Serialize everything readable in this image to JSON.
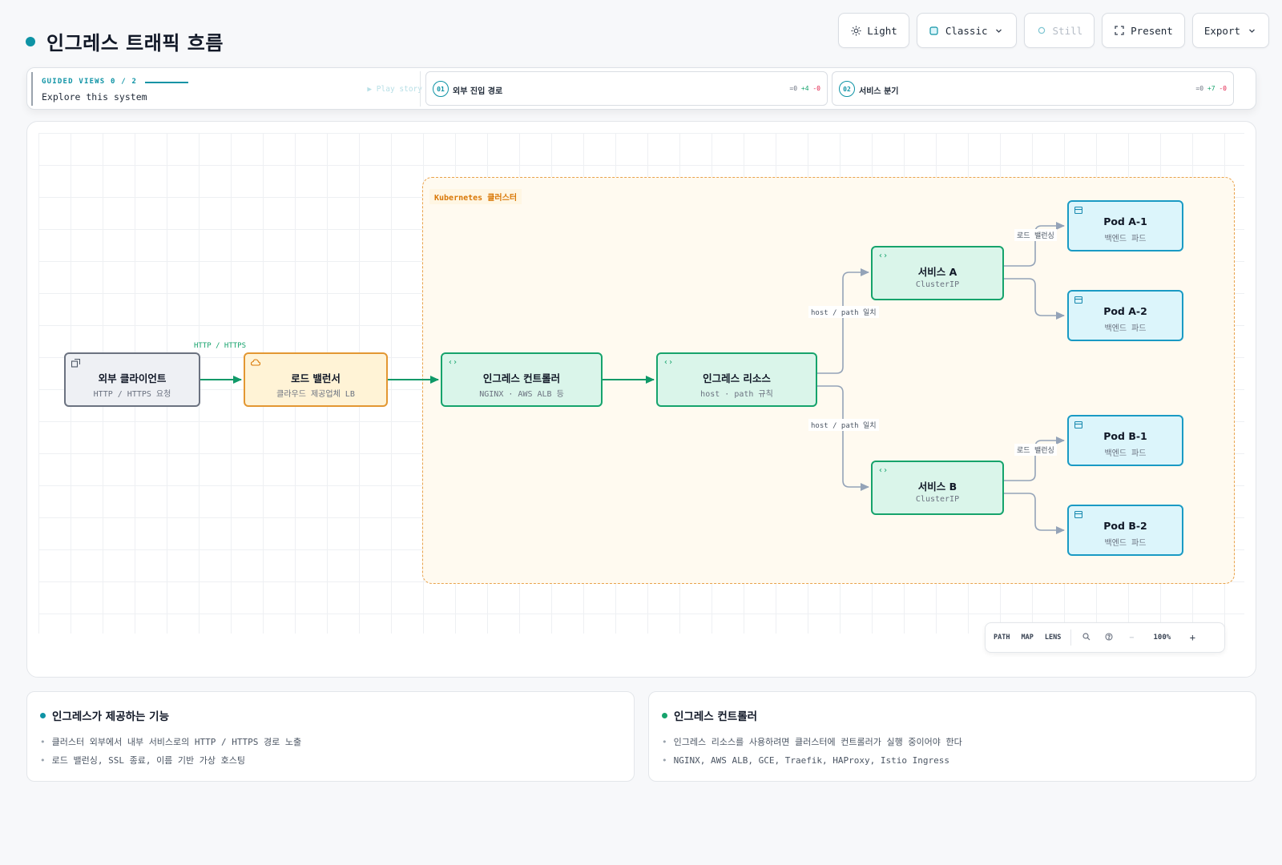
{
  "header": {
    "title": "인그레스 트래픽 흐름",
    "accent": "#0e93a5"
  },
  "toolbar": {
    "theme_label": "Light",
    "theme_icon": "sun-icon",
    "style_label": "Classic",
    "style_icon": "square-icon",
    "motion_label": "Still",
    "motion_icon": "circle-icon",
    "present_label": "Present",
    "present_icon": "expand-icon",
    "export_label": "Export"
  },
  "guided": {
    "label": "GUIDED VIEWS 0 / 2",
    "explore": "Explore this system",
    "play": "▶ Play story",
    "steps": [
      {
        "num": "01",
        "label": "외부 진입 경로",
        "eq": "=0",
        "plus": "+4",
        "minus": "-0"
      },
      {
        "num": "02",
        "label": "서비스 분기",
        "eq": "=0",
        "plus": "+7",
        "minus": "-0"
      }
    ]
  },
  "diagram": {
    "cluster_label": "Kubernetes 클러스터",
    "nodes": {
      "client": {
        "title": "외부 클라이언트",
        "sub": "HTTP / HTTPS 요청",
        "icon": "window-icon"
      },
      "lb": {
        "title": "로드 밸런서",
        "sub": "클라우드 제공업체 LB",
        "icon": "cloud-icon"
      },
      "ingress_controller": {
        "title": "인그레스 컨트롤러",
        "sub": "NGINX · AWS ALB 등",
        "icon": "code-icon"
      },
      "ingress_resource": {
        "title": "인그레스 리소스",
        "sub": "host · path 규칙",
        "icon": "code-icon"
      },
      "service_a": {
        "title": "서비스 A",
        "sub": "ClusterIP",
        "icon": "code-icon"
      },
      "service_b": {
        "title": "서비스 B",
        "sub": "ClusterIP",
        "icon": "code-icon"
      },
      "pod_a1": {
        "title": "Pod A-1",
        "sub": "백엔드 파드",
        "icon": "server-icon"
      },
      "pod_a2": {
        "title": "Pod A-2",
        "sub": "백엔드 파드",
        "icon": "server-icon"
      },
      "pod_b1": {
        "title": "Pod B-1",
        "sub": "백엔드 파드",
        "icon": "server-icon"
      },
      "pod_b2": {
        "title": "Pod B-2",
        "sub": "백엔드 파드",
        "icon": "server-icon"
      }
    },
    "edge_labels": {
      "http": "HTTP / HTTPS",
      "host_path_a": "host / path 일치",
      "host_path_b": "host / path 일치",
      "lb_a": "로드 밸런싱",
      "lb_b": "로드 밸런싱"
    }
  },
  "zoombar": {
    "path": "PATH",
    "map": "MAP",
    "lens": "LENS",
    "zoom": "100%",
    "minus": "−",
    "plus": "+"
  },
  "cards": [
    {
      "title": "인그레스가 제공하는 기능",
      "color": "#0e93a5",
      "items": [
        "클러스터 외부에서 내부 서비스로의 HTTP / HTTPS 경로 노출",
        "로드 밸런싱, SSL 종료, 이름 기반 가상 호스팅"
      ]
    },
    {
      "title": "인그레스 컨트롤러",
      "color": "#16a36c",
      "items": [
        "인그레스 리소스를 사용하려면 클러스터에 컨트롤러가 실행 중이어야 한다",
        "NGINX, AWS ALB, GCE, Traefik, HAProxy, Istio Ingress"
      ]
    }
  ]
}
